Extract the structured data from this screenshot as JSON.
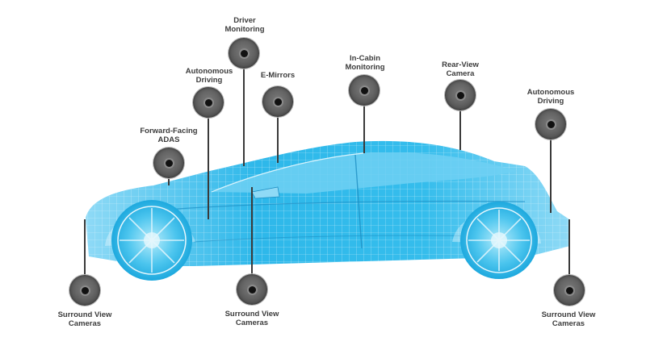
{
  "callouts": [
    {
      "id": "driver-monitoring",
      "lines": [
        "Driver",
        "Monitoring"
      ]
    },
    {
      "id": "autonomous-driving-front",
      "lines": [
        "Autonomous",
        "Driving"
      ]
    },
    {
      "id": "e-mirrors",
      "lines": [
        "E-Mirrors"
      ]
    },
    {
      "id": "in-cabin-monitoring",
      "lines": [
        "In-Cabin",
        "Monitoring"
      ]
    },
    {
      "id": "rear-view-camera",
      "lines": [
        "Rear-View",
        "Camera"
      ]
    },
    {
      "id": "autonomous-driving-rear",
      "lines": [
        "Autonomous",
        "Driving"
      ]
    },
    {
      "id": "forward-facing-adas",
      "lines": [
        "Forward-Facing",
        "ADAS"
      ]
    },
    {
      "id": "surround-view-front",
      "lines": [
        "Surround View",
        "Cameras"
      ]
    },
    {
      "id": "surround-view-middle",
      "lines": [
        "Surround View",
        "Cameras"
      ]
    },
    {
      "id": "surround-view-rear",
      "lines": [
        "Surround View",
        "Cameras"
      ]
    }
  ],
  "colors": {
    "car_body": "#2eb8ea",
    "car_light": "#8fdaf6",
    "leader_line": "#3a3a3a",
    "label_text": "#3c3c3c",
    "camera_icon": "#666666"
  }
}
